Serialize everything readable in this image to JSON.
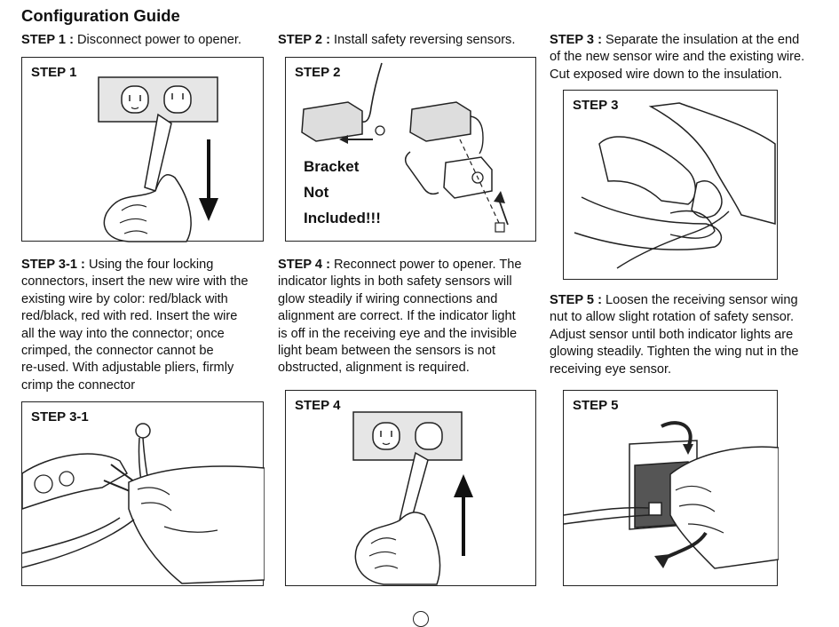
{
  "title": "Configuration Guide",
  "steps": [
    {
      "key": "step1",
      "head": "STEP 1 :",
      "text": "Disconnect power to opener.",
      "panel_label": "STEP 1"
    },
    {
      "key": "step2",
      "head": "STEP 2 :",
      "text": "Install safety reversing sensors.",
      "panel_label": "STEP 2",
      "callout": [
        "Bracket",
        "Not",
        "Included!!!"
      ]
    },
    {
      "key": "step3",
      "head": "STEP 3 :",
      "lines": [
        "Separate the insulation at the end",
        "of the new sensor wire and the existing wire.",
        "Cut exposed wire down to the insulation."
      ],
      "panel_label": "STEP 3"
    },
    {
      "key": "step31",
      "head": "STEP 3-1 :",
      "lines": [
        "Using the four locking",
        "connectors, insert the new wire with the",
        "existing wire by color: red/black with",
        "red/black, red with red. Insert the wire",
        "all the way into the connector; once",
        "crimped, the connector cannot be",
        "re-used. With adjustable pliers, firmly",
        "crimp the connector"
      ],
      "panel_label": "STEP 3-1"
    },
    {
      "key": "step4",
      "head": "STEP 4 :",
      "lines": [
        "Reconnect power to opener. The",
        "indicator lights in both safety sensors will",
        "glow steadily if wiring connections and",
        "alignment are correct. If the indicator light",
        "is off in the receiving eye and the invisible",
        "light beam between the sensors is not",
        "obstructed, alignment is required."
      ],
      "panel_label": "STEP 4"
    },
    {
      "key": "step5",
      "head": "STEP 5 :",
      "lines": [
        "Loosen the receiving sensor wing",
        "nut to allow slight rotation of safety sensor.",
        "Adjust sensor until both indicator lights are",
        "glowing steadily. Tighten the wing nut in the",
        "receiving eye sensor."
      ],
      "panel_label": "STEP 5"
    }
  ]
}
